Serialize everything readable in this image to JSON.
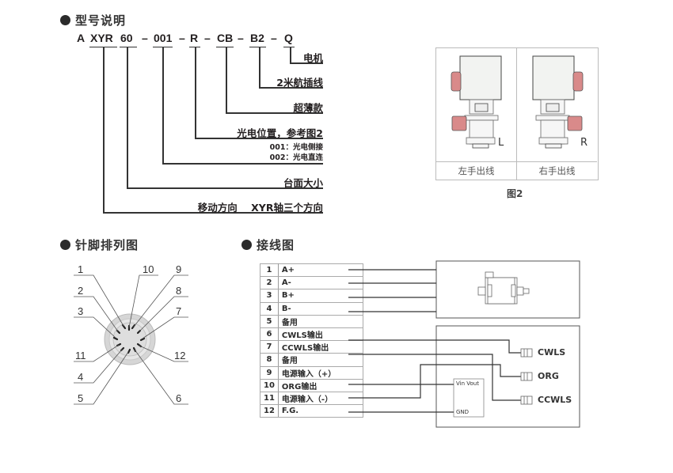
{
  "model_section": {
    "title": "型号说明",
    "code_segments": [
      "A",
      "XYR",
      "60",
      "–",
      "001",
      "–",
      "R",
      "–",
      "CB",
      "–",
      "B2",
      "–",
      "Q"
    ],
    "descriptions": [
      {
        "key": "Q",
        "text": "电机"
      },
      {
        "key": "B2",
        "text": "2米航插线"
      },
      {
        "key": "CB",
        "text": "超薄款"
      },
      {
        "key": "R",
        "text": "光电位置，参考图2"
      },
      {
        "key": "001",
        "text": "001：光电侧接",
        "text2": "002：光电直连"
      },
      {
        "key": "60",
        "text": "台面大小"
      },
      {
        "key": "XYR",
        "text": "移动方向    XYR轴三个方向"
      }
    ]
  },
  "figure2": {
    "left_caption": "左手出线",
    "right_caption": "右手出线",
    "left_tag": "L",
    "right_tag": "R",
    "label": "图2",
    "accent_color": "#d98a8a"
  },
  "pin_section": {
    "title": "针脚排列图",
    "left_pins": [
      "1",
      "2",
      "3",
      "11",
      "4",
      "5"
    ],
    "right_pins": [
      "10",
      "9",
      "8",
      "7",
      "12",
      "6"
    ]
  },
  "wiring_section": {
    "title": "接线图",
    "rows": [
      {
        "num": "1",
        "signal": "A+"
      },
      {
        "num": "2",
        "signal": "A-"
      },
      {
        "num": "3",
        "signal": "B+"
      },
      {
        "num": "4",
        "signal": "B-"
      },
      {
        "num": "5",
        "signal": "备用"
      },
      {
        "num": "6",
        "signal": "CWLS输出"
      },
      {
        "num": "7",
        "signal": "CCWLS输出"
      },
      {
        "num": "8",
        "signal": "备用"
      },
      {
        "num": "9",
        "signal": "电源输入（+）"
      },
      {
        "num": "10",
        "signal": "ORG输出"
      },
      {
        "num": "11",
        "signal": "电源输入（-）"
      },
      {
        "num": "12",
        "signal": "F.G."
      }
    ],
    "sensors": [
      "CWLS",
      "ORG",
      "CCWLS"
    ],
    "regulator": {
      "top": "Vin Vout",
      "bottom": "GND"
    }
  }
}
